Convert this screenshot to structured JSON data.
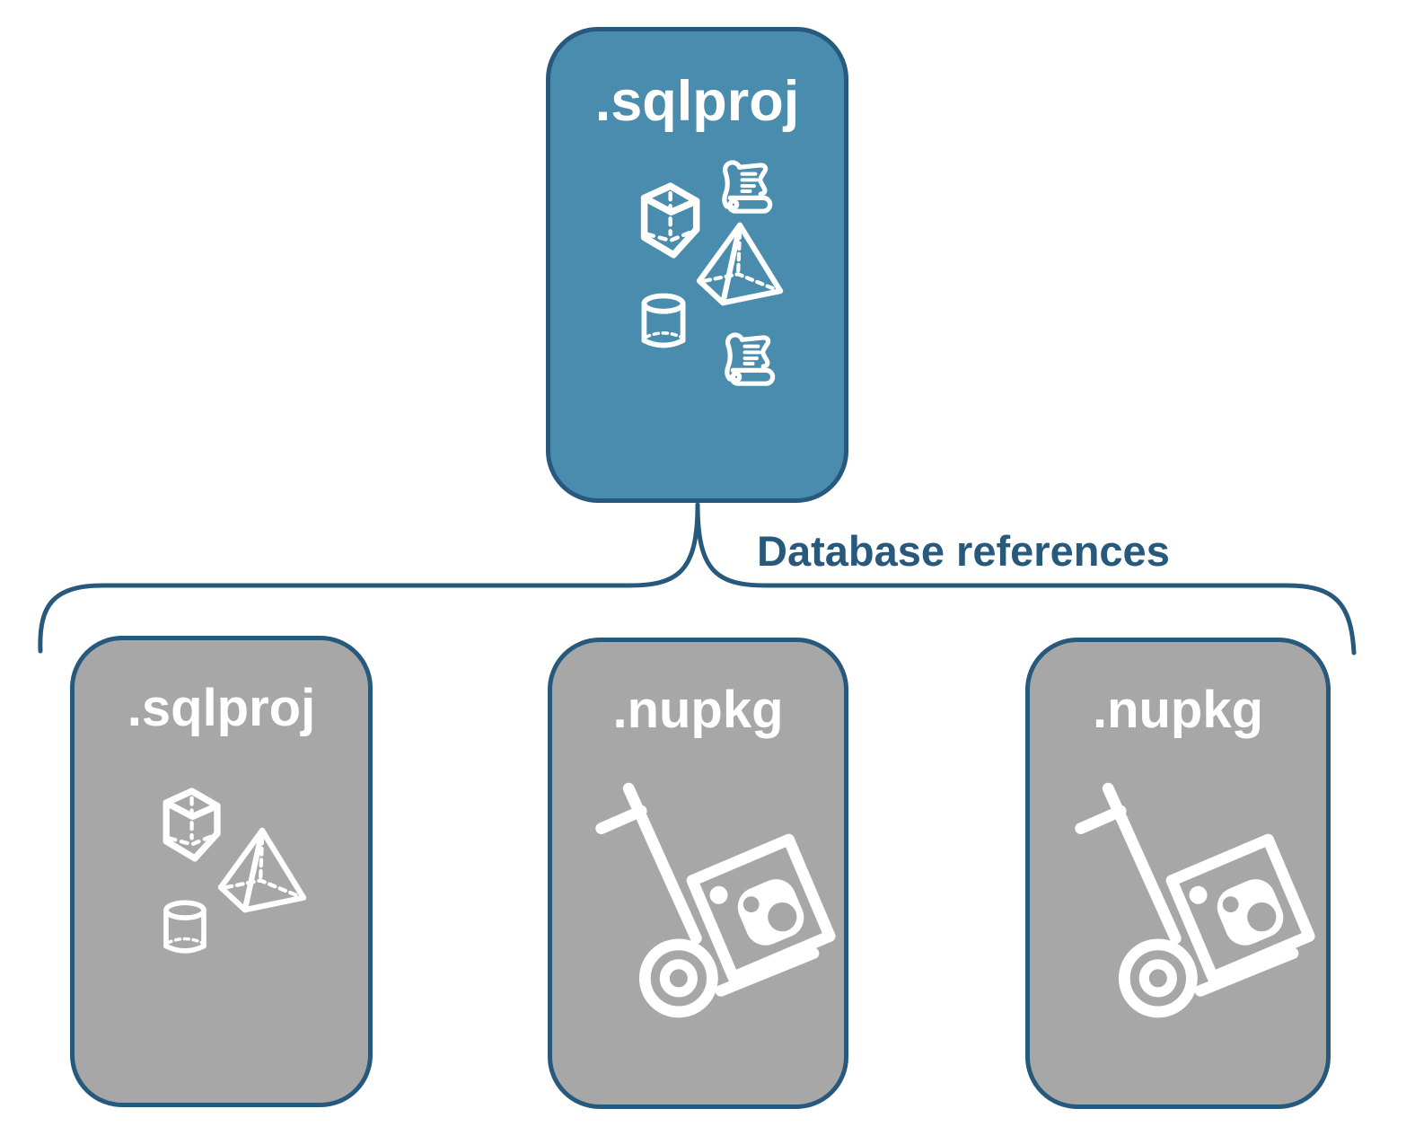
{
  "diagram": {
    "top_card": {
      "label": ".sqlproj"
    },
    "connector_label": "Database references",
    "cards": [
      {
        "label": ".sqlproj"
      },
      {
        "label": ".nupkg"
      },
      {
        "label": ".nupkg"
      }
    ],
    "colors": {
      "accent_teal": "#4A8CAE",
      "navy": "#27597D",
      "gray": "#A7A7A7",
      "icon_white": "#FFFFFF"
    },
    "icons": {
      "top_card": [
        "cube-icon",
        "script-scroll-icon",
        "pyramid-icon",
        "cylinder-icon",
        "script-scroll-icon"
      ],
      "sqlproj_card": [
        "cube-icon",
        "pyramid-icon",
        "cylinder-icon"
      ],
      "nupkg_card": [
        "nuget-hand-truck-icon"
      ]
    }
  }
}
